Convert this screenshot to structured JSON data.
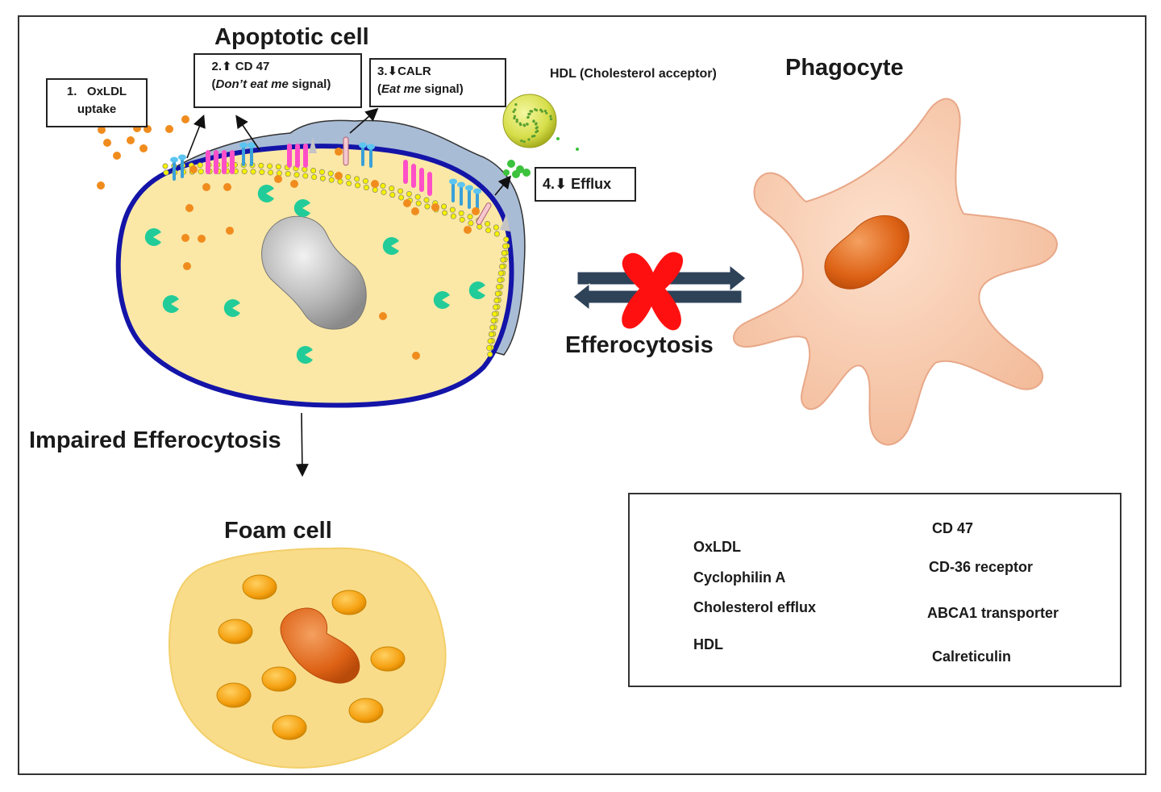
{
  "labels": {
    "apoptotic_cell": "Apoptotic cell",
    "phagocyte": "Phagocyte",
    "efferocytosis": "Efferocytosis",
    "impaired_efferocytosis": "Impaired Efferocytosis",
    "foam_cell": "Foam cell",
    "hdl_acceptor": "HDL (Cholesterol acceptor)"
  },
  "steps": [
    {
      "number": "1.",
      "line1": "OxLDL",
      "line2": "uptake"
    },
    {
      "number": "2.",
      "arrow": "⬆",
      "line1": "CD 47",
      "line2_italic": "Don’t eat me",
      "line2_rest": " signal)",
      "open": "("
    },
    {
      "number": "3.",
      "arrow": "⬇",
      "line1": "CALR",
      "line2_italic": "Eat me",
      "line2_rest": " signal)",
      "open": "("
    },
    {
      "number": "4.",
      "arrow": "⬇",
      "line1": "Efflux"
    }
  ],
  "legend": {
    "left": [
      {
        "label": "OxLDL",
        "icon": "oxldl-dot-icon"
      },
      {
        "label": "Cyclophilin A",
        "icon": "cyclophilin-a-icon"
      },
      {
        "label": "Cholesterol efflux",
        "icon": "cholesterol-dot-icon"
      },
      {
        "label": "HDL",
        "icon": "hdl-particle-icon"
      }
    ],
    "right": [
      {
        "label": "CD 47",
        "icon": "cd47-receptor-icon"
      },
      {
        "label": "CD-36 receptor",
        "icon": "cd36-receptor-icon"
      },
      {
        "label": "ABCA1 transporter",
        "icon": "abca1-transporter-icon"
      },
      {
        "label": "Calreticulin",
        "icon": "calreticulin-icon"
      }
    ]
  },
  "colors": {
    "cytoplasm": "#fbe8a6",
    "membrane": "#1414a8",
    "bleb": "#a9bcd6",
    "oxldl": "#f08c1e",
    "cyclophilin": "#22cc99",
    "cd36": "#ff4fc8",
    "cd47": "#3aa0d8",
    "phagocyte": "#f7c7a8",
    "nucleus_orange": "#e0651a",
    "block_x": "#ff1010",
    "arrow_dark": "#2e4258"
  }
}
